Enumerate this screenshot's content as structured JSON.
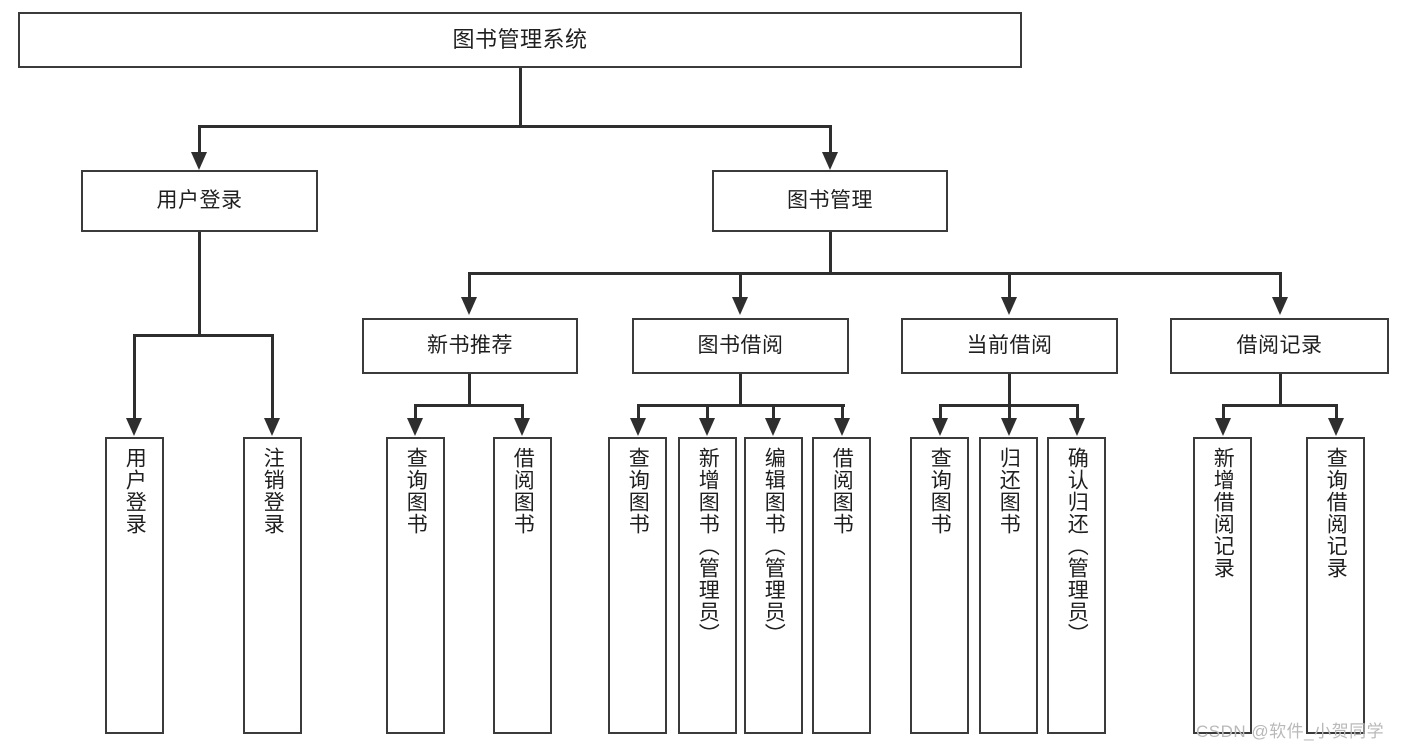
{
  "diagram": {
    "type": "hierarchy-tree",
    "root": {
      "label": "图书管理系统"
    },
    "level2": [
      {
        "label": "用户登录"
      },
      {
        "label": "图书管理"
      }
    ],
    "level3": [
      {
        "label": "新书推荐"
      },
      {
        "label": "图书借阅"
      },
      {
        "label": "当前借阅"
      },
      {
        "label": "借阅记录"
      }
    ],
    "leaves": {
      "user_login": [
        {
          "label": "用户登录"
        },
        {
          "label": "注销登录"
        }
      ],
      "new_book_recommend": [
        {
          "label": "查询图书"
        },
        {
          "label": "借阅图书"
        }
      ],
      "book_borrow": [
        {
          "label": "查询图书"
        },
        {
          "label": "新增图书（管理员）"
        },
        {
          "label": "编辑图书（管理员）"
        },
        {
          "label": "借阅图书"
        }
      ],
      "current_borrow": [
        {
          "label": "查询图书"
        },
        {
          "label": "归还图书"
        },
        {
          "label": "确认归还（管理员）"
        }
      ],
      "borrow_record": [
        {
          "label": "新增借阅记录"
        },
        {
          "label": "查询借阅记录"
        }
      ]
    }
  },
  "watermark": {
    "text": "CSDN @软件_小贺同学"
  },
  "colors": {
    "box_border": "#3b3b3b",
    "connector": "#2e2e2e",
    "text": "#1f1f1f",
    "background": "#ffffff",
    "watermark": "#b9b9b9"
  }
}
